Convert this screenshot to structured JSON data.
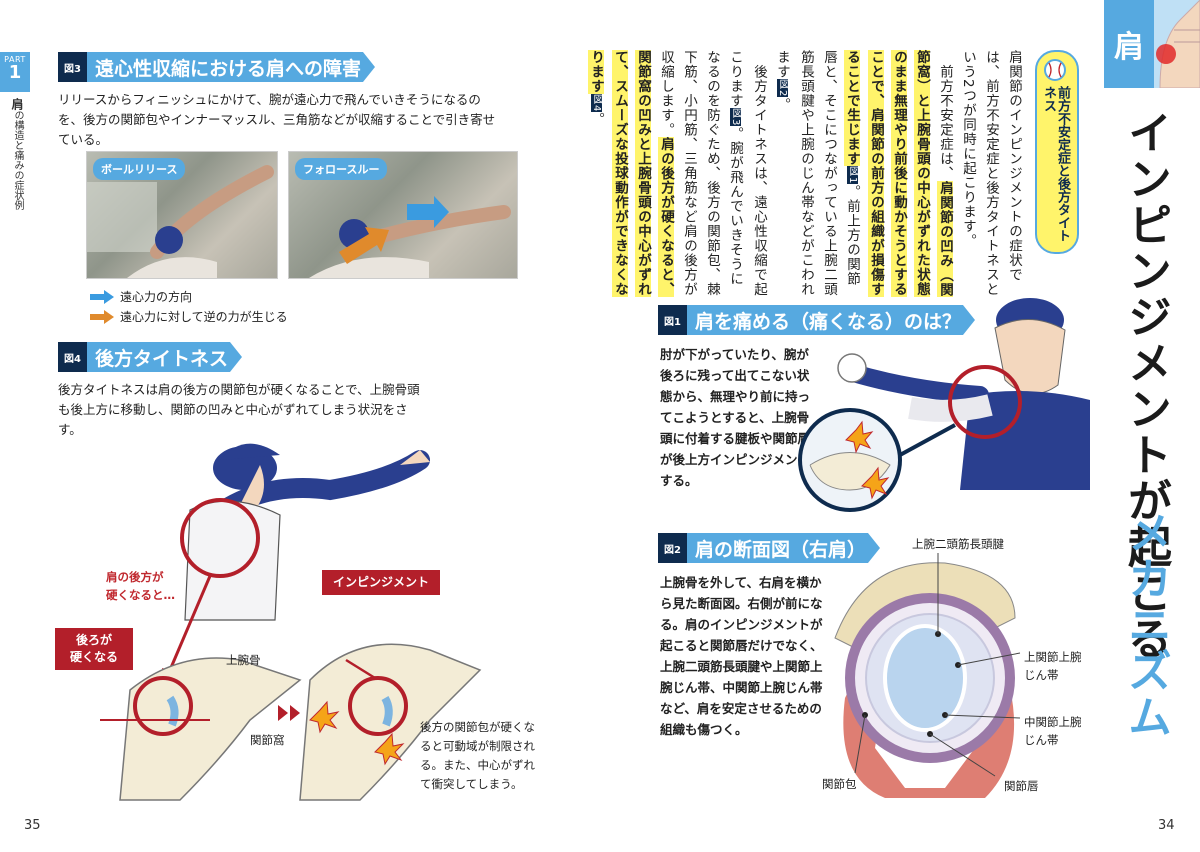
{
  "left_page": {
    "part_label": "PART",
    "part_number": "1",
    "side_title": "肩",
    "side_subtitle": "の構造と痛みの症状例",
    "fig3": {
      "num": "図3",
      "title": "遠心性収縮における肩への障害",
      "text": "リリースからフィニッシュにかけて、腕が遠心力で飛んでいきそうになるのを、後方の関節包やインナーマッスル、三角筋などが収縮することで引き寄せている。",
      "photo1_label": "ボールリリース",
      "photo2_label": "フォロースルー",
      "legend_blue": "遠心力の方向",
      "legend_orange": "遠心力に対して逆の力が生じる"
    },
    "fig4": {
      "num": "図4",
      "title": "後方タイトネス",
      "text": "後方タイトネスは肩の後方の関節包が硬くなることで、上腕骨頭も後上方に移動し、関節の凹みと中心がずれてしまう状況をさす。",
      "shoulder_note": "肩の後方が\n硬くなると…",
      "stiff_box": "後ろが\n硬くなる",
      "impingement_box": "インピンジメント",
      "humerus_label": "上腕骨",
      "glenoid_label": "関節窩",
      "note": "後方の関節包が硬くなると可動域が制限される。また、中心がずれて衝突してしまう。"
    },
    "page_number": "35"
  },
  "right_page": {
    "corner_label": "肩",
    "main_title_a": "インピンジメントが起こる",
    "main_title_b": "メカニズム",
    "side_heading": "前方不安定症と後方タイトネス",
    "vertical_text": {
      "p1": "肩関節のインピンジメントの症状では、前方不安定症と後方タイトネスという2つが同時に起こります。",
      "p2_a": "前方不安定症は、",
      "p2_hl": "肩関節の凹み（関節窩）と上腕骨頭の中心がずれた状態のまま無理やり前後に動かそうとすることで、肩関節の前方の組織が損傷することで生じます",
      "p2_ref": "図1",
      "p2_b": "。前上方の関節唇と、そこにつながっている上腕二頭筋長頭腱や上腕のじん帯などがこわれます",
      "p2_ref2": "図2",
      "p2_c": "。",
      "p3_a": "後方タイトネスは、遠心性収縮で起こります",
      "p3_ref": "図3",
      "p3_b": "。腕が飛んでいきそうになるのを防ぐため、後方の関節包、棘下筋、小円筋、三角筋など肩の後方が収縮します。",
      "p3_hl": "肩の後方が硬くなると、関節窩の凹みと上腕骨頭の中心がずれて、スムーズな投球動作ができなくなります",
      "p3_ref2": "図4",
      "p3_c": "。"
    },
    "fig1": {
      "num": "図1",
      "title": "肩を痛める（痛くなる）のは？",
      "text": "肘が下がっていたり、腕が後ろに残って出てこない状態から、無理やり前に持ってこようとすると、上腕骨頭に付着する腱板や関節唇が後上方インピンジメントする。"
    },
    "fig2": {
      "num": "図2",
      "title": "肩の断面図（右肩）",
      "text": "上腕骨を外して、右肩を横から見た断面図。右側が前になる。肩のインピンジメントが起こると関節唇だけでなく、上腕二頭筋長頭腱や上関節上腕じん帯、中関節上腕じん帯など、肩を安定させるための組織も傷つく。",
      "label_biceps": "上腕二頭筋長頭腱",
      "label_sghl": "上関節上腕\nじん帯",
      "label_mghl": "中関節上腕\nじん帯",
      "label_capsule": "関節包",
      "label_labrum": "関節唇"
    },
    "page_number": "34"
  },
  "colors": {
    "accent_blue": "#56a9e0",
    "navy": "#0e2b4e",
    "red": "#b31f2a",
    "highlight": "#fff46b",
    "orange_arrow": "#e08a2c"
  }
}
